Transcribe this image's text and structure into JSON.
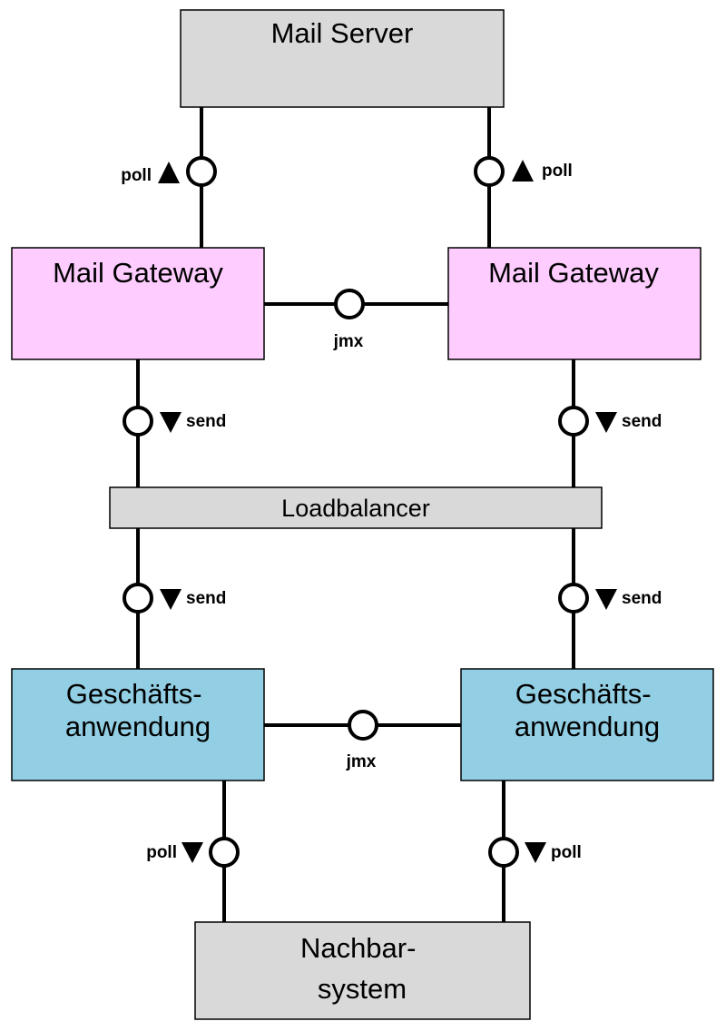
{
  "nodes": {
    "mail_server": {
      "lines": [
        "Mail Server"
      ],
      "color": "#d9d9d9"
    },
    "gateway_left": {
      "lines": [
        "Mail Gateway"
      ],
      "color": "#ffccff"
    },
    "gateway_right": {
      "lines": [
        "Mail Gateway"
      ],
      "color": "#ffccff"
    },
    "loadbalancer": {
      "lines": [
        "Loadbalancer"
      ],
      "color": "#d9d9d9"
    },
    "app_left": {
      "lines": [
        "Geschäfts-",
        "anwendung"
      ],
      "color": "#92cfe4"
    },
    "app_right": {
      "lines": [
        "Geschäfts-",
        "anwendung"
      ],
      "color": "#92cfe4"
    },
    "neighbor": {
      "lines": [
        "Nachbar-",
        "system"
      ],
      "color": "#d9d9d9"
    }
  },
  "connections": {
    "poll_top_left": {
      "label": "poll",
      "direction": "up"
    },
    "poll_top_right": {
      "label": "poll",
      "direction": "up"
    },
    "jmx_gateways": {
      "label": "jmx"
    },
    "send_gw_left": {
      "label": "send",
      "direction": "down"
    },
    "send_gw_right": {
      "label": "send",
      "direction": "down"
    },
    "send_lb_left": {
      "label": "send",
      "direction": "down"
    },
    "send_lb_right": {
      "label": "send",
      "direction": "down"
    },
    "jmx_apps": {
      "label": "jmx"
    },
    "poll_bottom_left": {
      "label": "poll",
      "direction": "down"
    },
    "poll_bottom_right": {
      "label": "poll",
      "direction": "down"
    }
  }
}
